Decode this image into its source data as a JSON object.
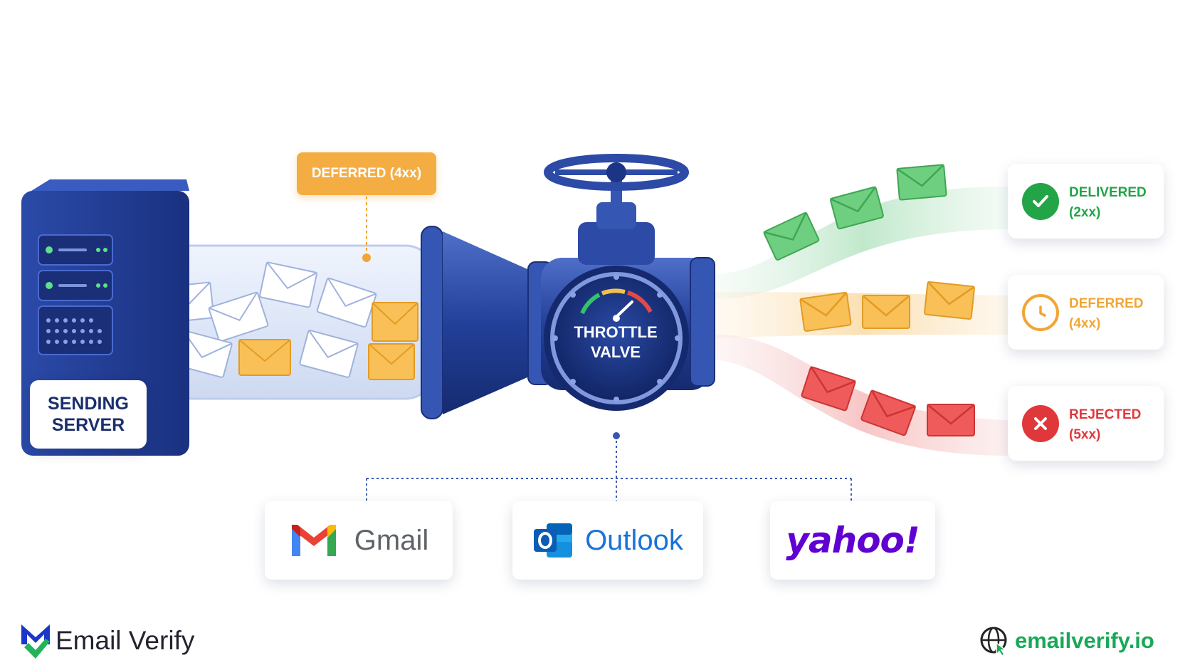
{
  "server": {
    "label_line1": "SENDING",
    "label_line2": "SERVER"
  },
  "queue": {
    "deferred_tag": "DEFERRED (4xx)"
  },
  "valve": {
    "line1": "THROTTLE",
    "line2": "VALVE"
  },
  "outcomes": [
    {
      "title": "DELIVERED",
      "code": "(2xx)",
      "icon": "check-icon",
      "color": "#22a447"
    },
    {
      "title": "DEFERRED",
      "code": "(4xx)",
      "icon": "clock-icon",
      "color": "#f1a535"
    },
    {
      "title": "REJECTED",
      "code": "(5xx)",
      "icon": "close-icon",
      "color": "#e0373b"
    }
  ],
  "providers": [
    {
      "name": "Gmail",
      "icon": "gmail-logo"
    },
    {
      "name": "Outlook",
      "icon": "outlook-logo"
    },
    {
      "name": "yahoo!",
      "icon": "yahoo-logo"
    }
  ],
  "brand": {
    "name": "Email Verify",
    "site": "emailverify.io"
  }
}
